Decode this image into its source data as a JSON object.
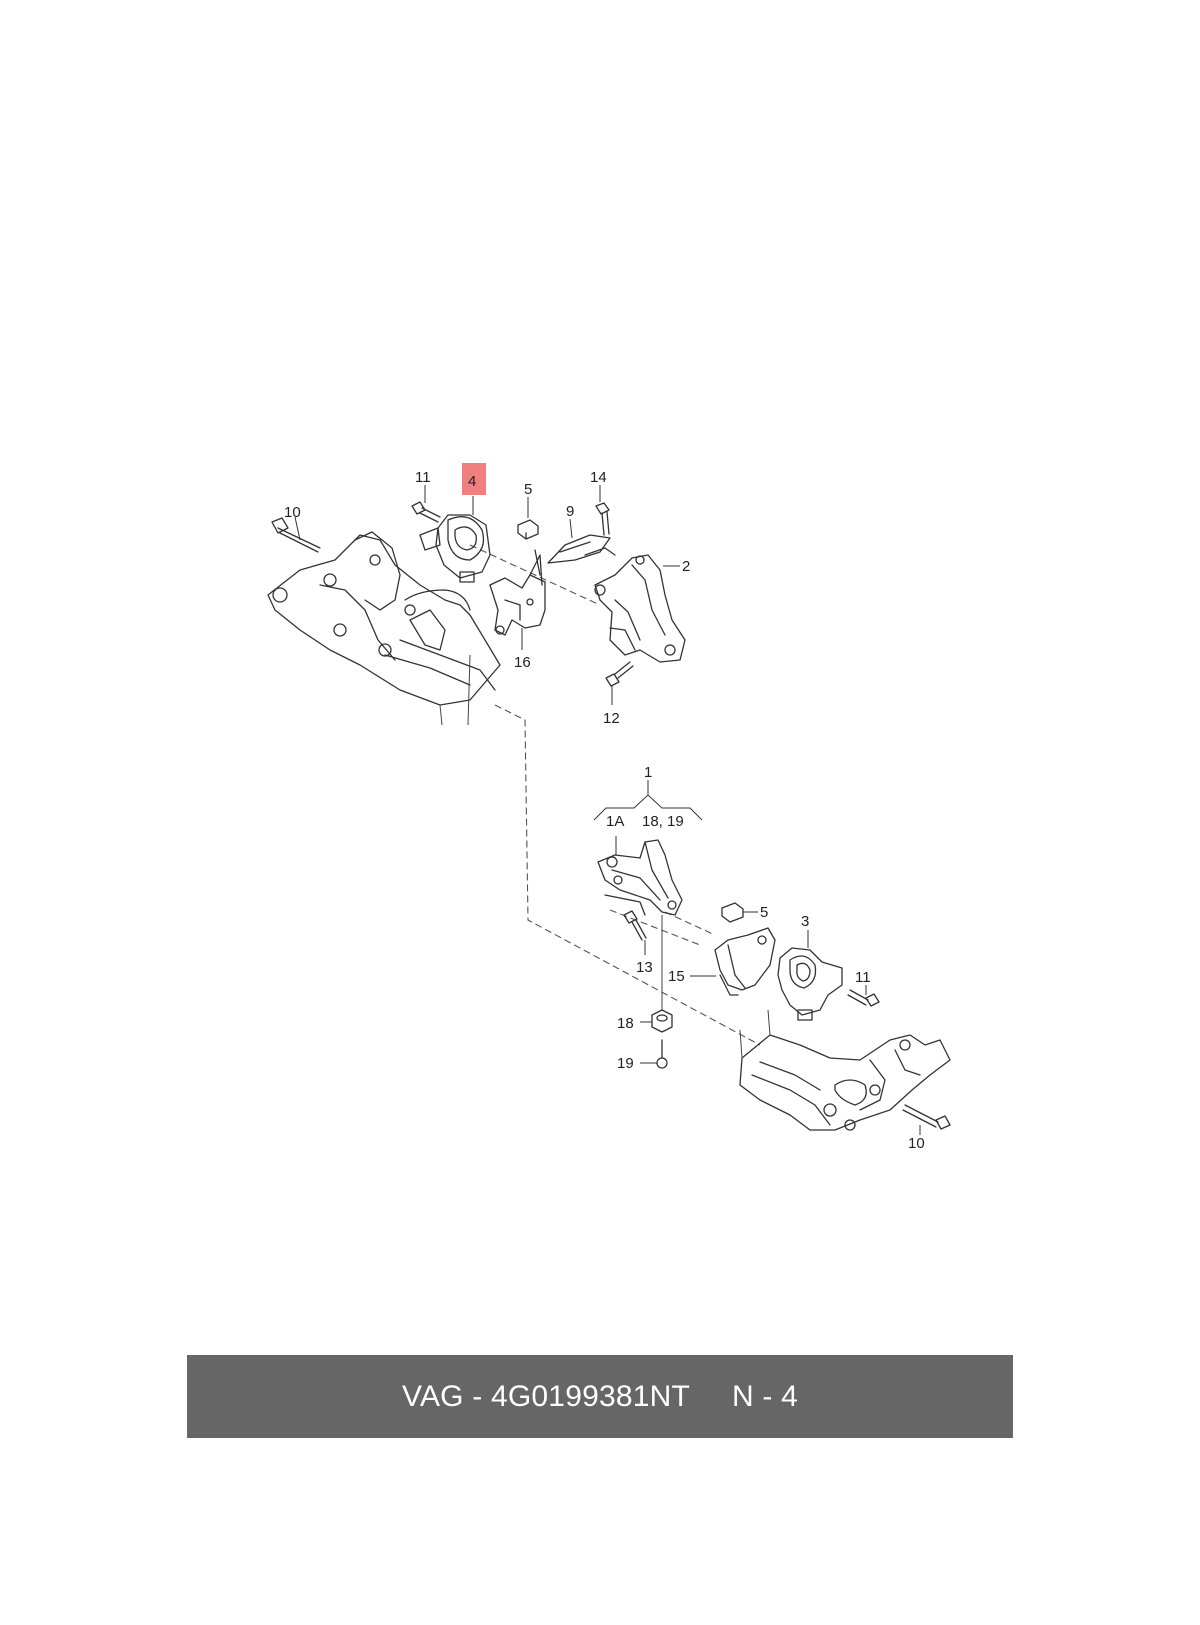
{
  "diagram": {
    "highlight_color": "#f08080",
    "callouts": {
      "upper": {
        "c10": "10",
        "c11": "11",
        "c4": "4",
        "c5": "5",
        "c9": "9",
        "c14": "14",
        "c2": "2",
        "c16": "16",
        "c12": "12"
      },
      "lower": {
        "c1": "1",
        "c1a": "1A",
        "c18_19": "18, 19",
        "c5": "5",
        "c3": "3",
        "c13": "13",
        "c15": "15",
        "c11": "11",
        "c18": "18",
        "c19": "19",
        "c10": "10"
      }
    }
  },
  "footer": {
    "brand": "VAG",
    "separator": "-",
    "part_number": "4G0199381NT",
    "position": "N - 4",
    "background_color": "#666666"
  }
}
